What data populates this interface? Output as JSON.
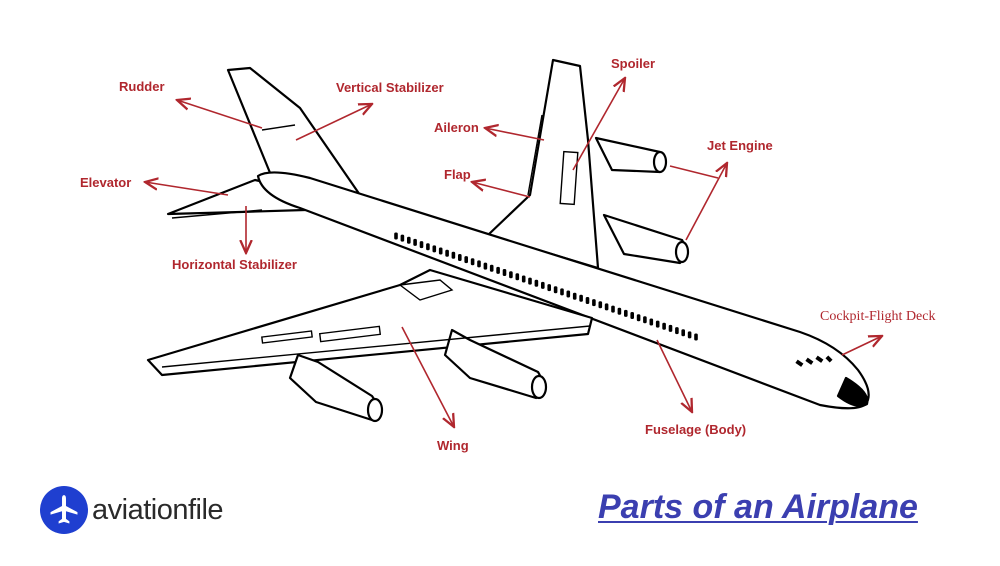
{
  "title": "Parts of an Airplane",
  "brand": {
    "name": "aviationfile",
    "icon": "airplane-icon"
  },
  "colors": {
    "label": "#b0272e",
    "arrow": "#b0272e",
    "title": "#3b3fb0",
    "brand_badge": "#1f3fd0",
    "outline": "#000000",
    "fill": "#ffffff"
  },
  "labels": {
    "rudder": "Rudder",
    "vertical_stabilizer": "Vertical Stabilizer",
    "elevator": "Elevator",
    "horizontal_stabilizer": "Horizontal Stabilizer",
    "spoiler": "Spoiler",
    "aileron": "Aileron",
    "flap": "Flap",
    "jet_engine": "Jet Engine",
    "cockpit": "Cockpit-Flight Deck",
    "wing": "Wing",
    "fuselage": "Fuselage (Body)"
  }
}
